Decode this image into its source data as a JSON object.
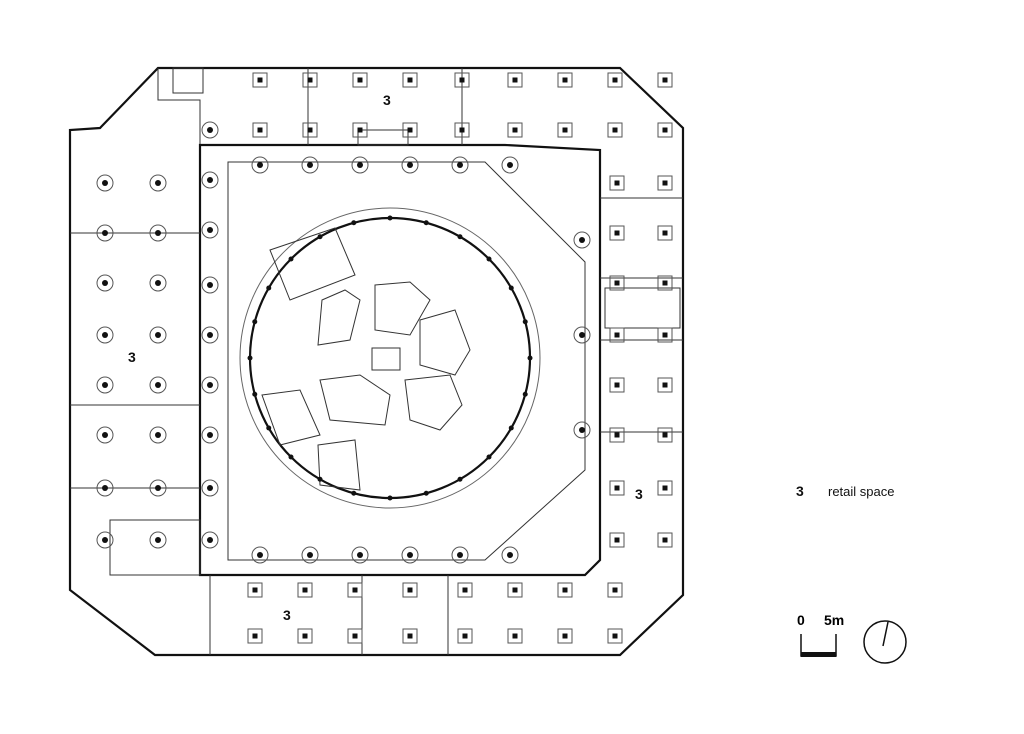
{
  "plan": {
    "room_labels": [
      "3",
      "3",
      "3",
      "3"
    ]
  },
  "legend": {
    "items": [
      {
        "number": "3",
        "label": "retail space"
      }
    ]
  },
  "scale_bar": {
    "start": "0",
    "end": "5m"
  },
  "north_arrow": {
    "icon": "north-arrow-icon"
  }
}
